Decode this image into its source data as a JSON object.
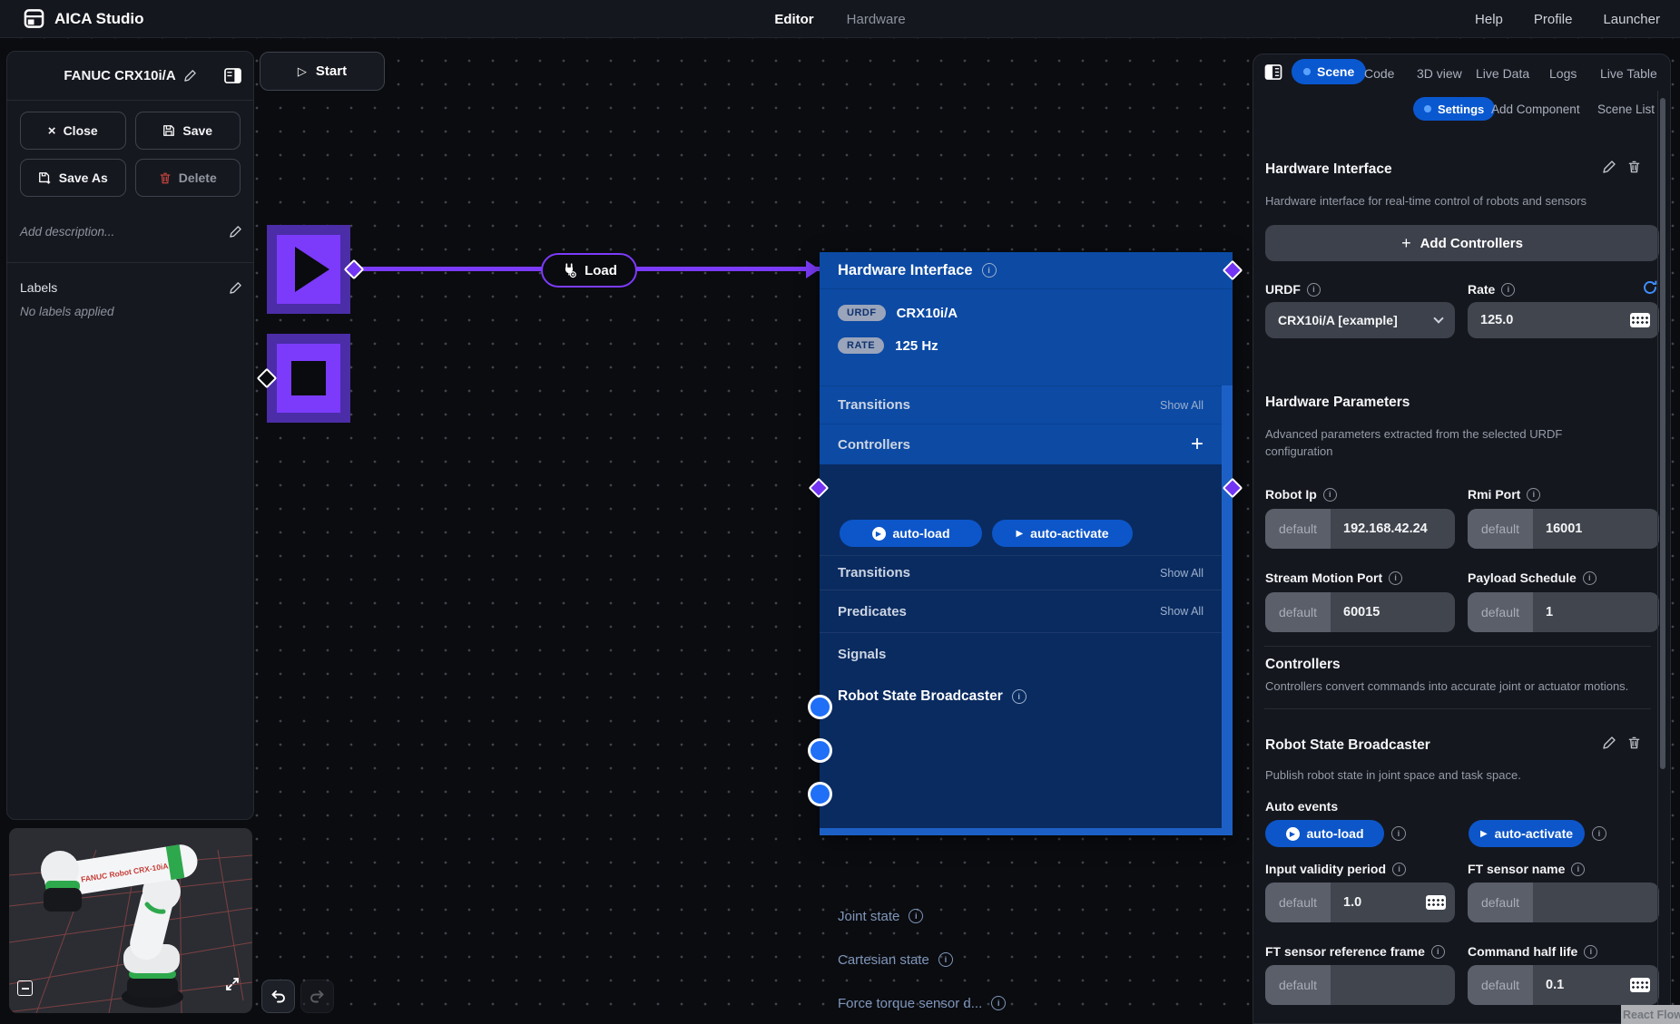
{
  "topbar": {
    "app_title": "AICA Studio",
    "nav": [
      {
        "label": "Editor"
      },
      {
        "label": "Hardware"
      }
    ],
    "links": [
      {
        "label": "Help"
      },
      {
        "label": "Profile"
      },
      {
        "label": "Launcher"
      }
    ]
  },
  "left_panel": {
    "title": "FANUC CRX10i/A",
    "close": "Close",
    "save": "Save",
    "save_as": "Save As",
    "delete": "Delete",
    "description_placeholder": "Add description...",
    "labels_title": "Labels",
    "labels_empty": "No labels applied",
    "preview_watermark": "FANUC Robot CRX-10iA"
  },
  "canvas": {
    "start": "Start",
    "edge_label": "Load",
    "react_flow": "React Flow"
  },
  "node": {
    "title": "Hardware Interface",
    "urdf_badge": "URDF",
    "urdf_value": "CRX10i/A",
    "rate_badge": "RATE",
    "rate_value": "125 Hz",
    "transitions": "Transitions",
    "controllers": "Controllers",
    "show_all": "Show All",
    "rsb": {
      "title": "Robot State Broadcaster",
      "auto_load": "auto-load",
      "auto_activate": "auto-activate",
      "transitions": "Transitions",
      "predicates": "Predicates",
      "signals": "Signals",
      "signal_items": [
        {
          "label": "Joint state"
        },
        {
          "label": "Cartesian state"
        },
        {
          "label": "Force torque sensor d..."
        }
      ]
    }
  },
  "right_panel": {
    "tabs": [
      {
        "label": "Scene"
      },
      {
        "label": "Code"
      },
      {
        "label": "3D view"
      },
      {
        "label": "Live Data"
      },
      {
        "label": "Logs"
      },
      {
        "label": "Live Table"
      }
    ],
    "subtabs": [
      {
        "label": "Settings"
      },
      {
        "label": "Add Component"
      },
      {
        "label": "Scene List"
      }
    ],
    "hardware_interface": {
      "title": "Hardware Interface",
      "description": "Hardware interface for real-time control of robots and sensors",
      "add_controllers": "Add Controllers",
      "urdf_label": "URDF",
      "urdf_value": "CRX10i/A [example]",
      "rate_label": "Rate",
      "rate_value": "125.0"
    },
    "hardware_parameters": {
      "title": "Hardware Parameters",
      "description": "Advanced parameters extracted from the selected URDF configuration",
      "fields": [
        {
          "label": "Robot Ip",
          "prefix": "default",
          "value": "192.168.42.24"
        },
        {
          "label": "Rmi Port",
          "prefix": "default",
          "value": "16001"
        },
        {
          "label": "Stream Motion Port",
          "prefix": "default",
          "value": "60015"
        },
        {
          "label": "Payload Schedule",
          "prefix": "default",
          "value": "1"
        }
      ]
    },
    "controllers": {
      "title": "Controllers",
      "description": "Controllers convert commands into accurate joint or actuator motions."
    },
    "rsb": {
      "title": "Robot State Broadcaster",
      "description": "Publish robot state in joint space and task space.",
      "auto_events": "Auto events",
      "auto_load": "auto-load",
      "auto_activate": "auto-activate",
      "fields": [
        {
          "label": "Input validity period",
          "prefix": "default",
          "value": "1.0"
        },
        {
          "label": "FT sensor name",
          "prefix": "default",
          "value": ""
        },
        {
          "label": "FT sensor reference frame",
          "prefix": "default",
          "value": ""
        },
        {
          "label": "Command half life",
          "prefix": "default",
          "value": "0.1"
        }
      ]
    }
  },
  "colors": {
    "accent_purple": "#7c3bfa",
    "node_blue": "#0c4aa4",
    "node_dark_blue": "#0a2b60",
    "pill_blue": "#0d56c9",
    "tab_pill_blue": "#0a58d0",
    "port_blue": "#1f6ff7",
    "panel_bg": "#15171e",
    "delete_red": "#c4443f"
  }
}
